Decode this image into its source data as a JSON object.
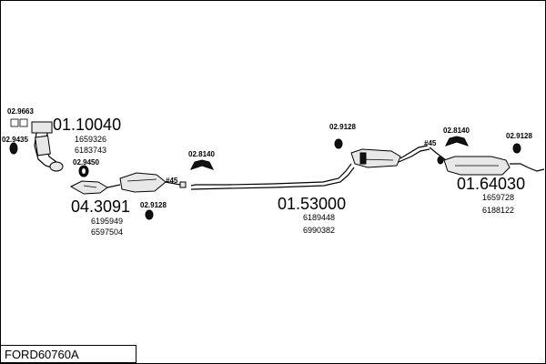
{
  "title": "FORD60760A",
  "groups": {
    "front": {
      "part_no": "01.10040",
      "refs": [
        "1659326",
        "6183743"
      ],
      "accessories": [
        "02.9663",
        "02.9435",
        "02.9450"
      ]
    },
    "cat": {
      "part_no": "04.3091",
      "refs": [
        "6195949",
        "6597504"
      ],
      "accessories": [
        "02.9128",
        "02.8140"
      ],
      "note": "#45"
    },
    "middle": {
      "part_no": "01.53000",
      "refs": [
        "6189448",
        "6990382"
      ],
      "accessories": [
        "02.9128"
      ],
      "note": "#45"
    },
    "rear": {
      "part_no": "01.64030",
      "refs": [
        "1659728",
        "6188122"
      ],
      "accessories": [
        "02.8140",
        "02.9128"
      ]
    }
  }
}
